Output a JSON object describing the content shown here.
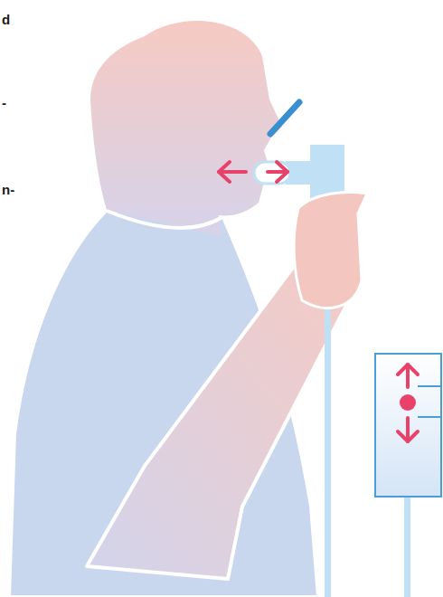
{
  "diagram": {
    "labels": [
      "d",
      "-",
      "n-"
    ]
  }
}
